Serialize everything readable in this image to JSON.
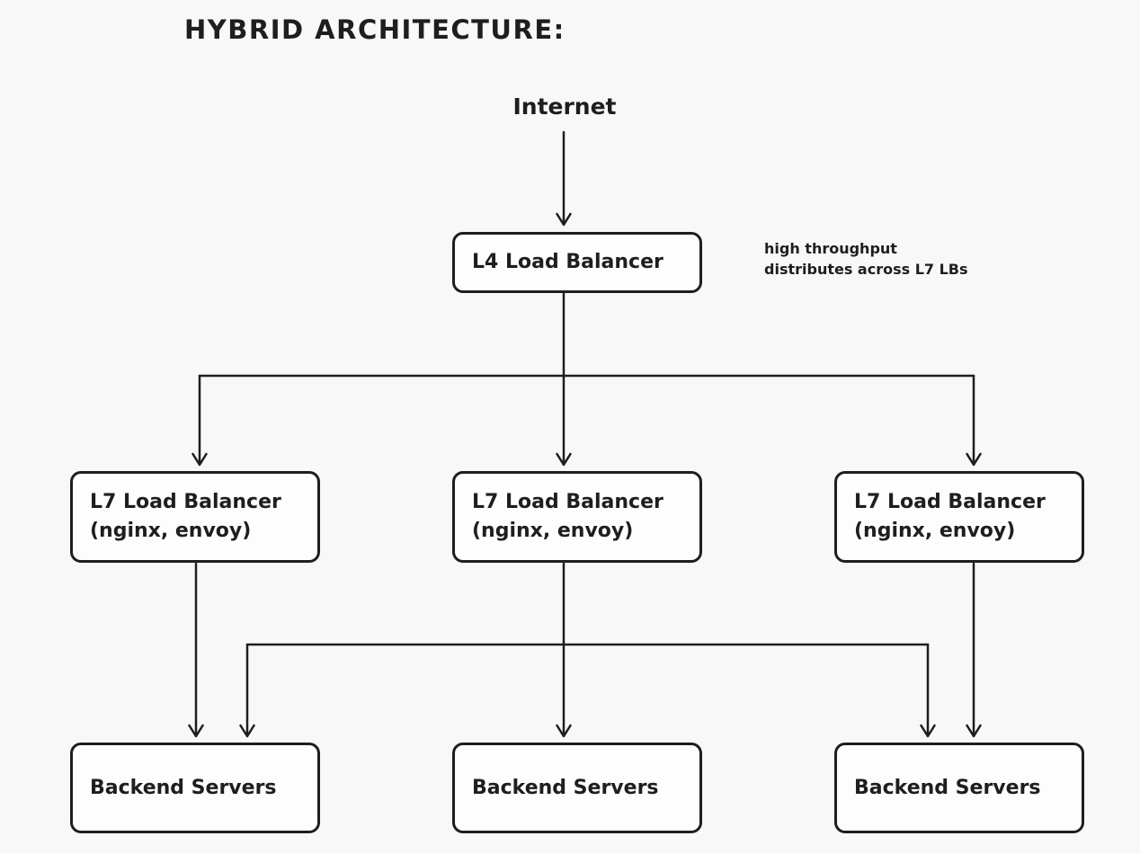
{
  "title": "HYBRID ARCHITECTURE:",
  "diagram": {
    "internet_label": "Internet",
    "l4_node": {
      "label": "L4 Load Balancer"
    },
    "l4_annotation": {
      "line1": "high throughput",
      "line2": "distributes across L7 LBs"
    },
    "l7_nodes": {
      "left": {
        "line1": "L7 Load Balancer",
        "line2": "(nginx, envoy)"
      },
      "middle": {
        "line1": "L7 Load Balancer",
        "line2": "(nginx, envoy)"
      },
      "right": {
        "line1": "L7 Load Balancer",
        "line2": "(nginx, envoy)"
      }
    },
    "backend_nodes": {
      "left": {
        "label": "Backend Servers"
      },
      "middle": {
        "label": "Backend Servers"
      },
      "right": {
        "label": "Backend Servers"
      }
    }
  },
  "colors": {
    "background": "#f8f8f8",
    "stroke": "#1e1e1e",
    "text": "#1e1e1e",
    "node_fill": "#fdfdfd"
  }
}
